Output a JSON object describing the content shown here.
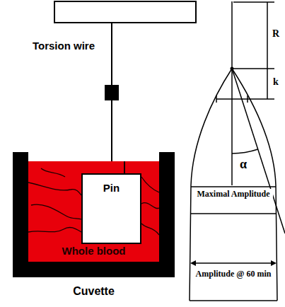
{
  "diagram": {
    "nodes": [
      {
        "text": [
          "Cuvette"
        ]
      },
      {
        "text": [
          "Whole blood"
        ],
        "in": 0
      },
      {
        "text": [
          "Pin"
        ],
        "in": 1
      }
    ],
    "labels": [
      "Torsion wire",
      "R",
      "k",
      "α",
      "Maximal Amplitude",
      "Amplitude @ 60 min"
    ]
  }
}
